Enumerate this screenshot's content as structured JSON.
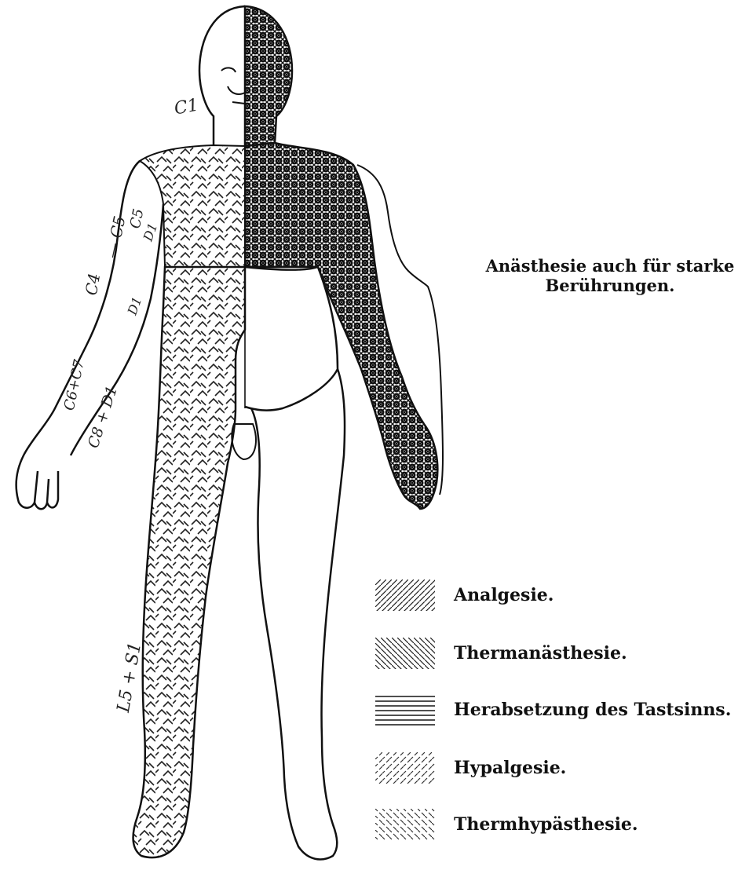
{
  "annotation": {
    "line1": "Anästhesie auch für starke",
    "line2": "Berührungen."
  },
  "legend": [
    {
      "label": "Analgesie.",
      "pattern": "diagonal-forward"
    },
    {
      "label": "Thermanästhesie.",
      "pattern": "diagonal-backward"
    },
    {
      "label": "Herabsetzung des Tastsinns.",
      "pattern": "horizontal-lines"
    },
    {
      "label": "Hypalgesie.",
      "pattern": "broken-diagonal-forward"
    },
    {
      "label": "Thermhypästhesie.",
      "pattern": "broken-diagonal-backward"
    }
  ],
  "segment_labels": {
    "c1": "C1",
    "c5": "C5",
    "c5_line": "— C5",
    "c4": "C4",
    "c6c7": "C6+C7",
    "c8d1": "C8 + D1",
    "d1": "D1",
    "d1b": "D1",
    "l5s1": "L5 + S1"
  },
  "colors": {
    "ink": "#111111",
    "paper": "#ffffff"
  }
}
